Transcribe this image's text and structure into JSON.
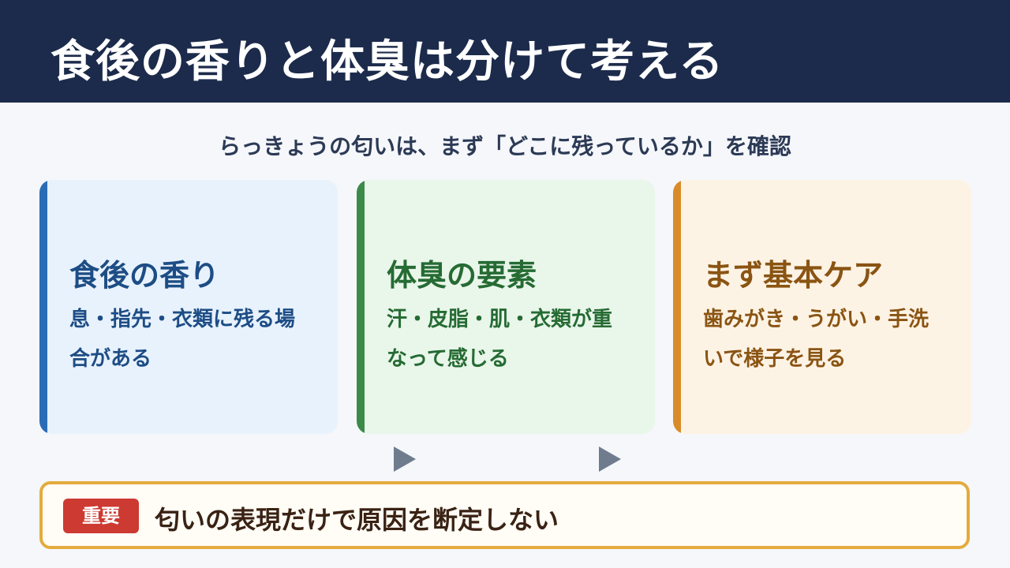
{
  "header": {
    "title": "食後の香りと体臭は分けて考える"
  },
  "subtitle": "らっきょうの匂いは、まず「どこに残っているか」を確認",
  "cards": [
    {
      "title": "食後の香り",
      "body": "息・指先・衣類に残る場合がある",
      "color": "#2a6db5"
    },
    {
      "title": "体臭の要素",
      "body": "汗・皮脂・肌・衣類が重なって感じる",
      "color": "#3c8a48"
    },
    {
      "title": "まず基本ケア",
      "body": "歯みがき・うがい・手洗いで様子を見る",
      "color": "#d98b2a"
    }
  ],
  "note": {
    "badge": "重要",
    "text": "匂いの表現だけで原因を断定しない"
  },
  "colors": {
    "header_bg": "#1c2b4b",
    "note_border": "#e4ab3d",
    "badge_bg": "#cc3a32"
  }
}
